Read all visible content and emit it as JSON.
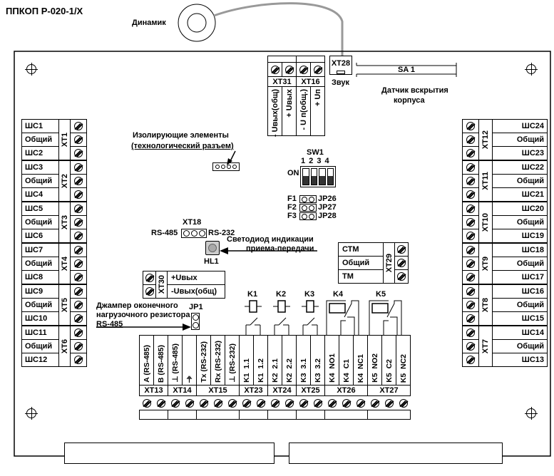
{
  "title": "ППКОП Р-020-1/Х",
  "speaker_label": "Динамик",
  "xt28": {
    "label": "XT28",
    "caption": "Звук"
  },
  "sa1": {
    "label": "SA 1",
    "caption_line1": "Датчик вскрытия",
    "caption_line2": "корпуса"
  },
  "top_blocks": [
    {
      "name": "XT31",
      "pins": [
        "- Uвых(общ)",
        "+ Uвых"
      ]
    },
    {
      "name": "XT16",
      "pins": [
        "- U п(общ.)",
        "+ Uп"
      ]
    }
  ],
  "isolating": {
    "line1": "Изолирующие элементы",
    "line2": "(технологический разъем)"
  },
  "sw1": {
    "label": "SW1",
    "numbers": "1 2 3 4",
    "on_label": "ON"
  },
  "jumpers": [
    {
      "f": "F1",
      "jp": "JP26"
    },
    {
      "f": "F2",
      "jp": "JP27"
    },
    {
      "f": "F3",
      "jp": "JP28"
    }
  ],
  "xt18": {
    "label": "XT18",
    "left": "RS-485",
    "right": "RS-232"
  },
  "hl1": {
    "label": "HL1",
    "caption_line1": "Светодиод индикации",
    "caption_line2": "приема-передачи"
  },
  "xt29": {
    "name": "XT29",
    "pins": [
      "СТМ",
      "Общий",
      "ТМ"
    ]
  },
  "xt30": {
    "name": "XT30",
    "pins": [
      "+Uвых",
      "-Uвых(общ)"
    ]
  },
  "jp1": {
    "label": "JP1",
    "caption_line1": "Джампер оконечного",
    "caption_line2": "нагрузочного резистора",
    "caption_line3": "RS-485"
  },
  "relays": [
    "K1",
    "K2",
    "K3",
    "K4",
    "K5"
  ],
  "left_blocks": [
    {
      "name": "XT1",
      "pins": [
        "ШС1",
        "Общий",
        "ШС2"
      ]
    },
    {
      "name": "XT2",
      "pins": [
        "ШС3",
        "Общий",
        "ШС4"
      ]
    },
    {
      "name": "XT3",
      "pins": [
        "ШС5",
        "Общий",
        "ШС6"
      ]
    },
    {
      "name": "XT4",
      "pins": [
        "ШС7",
        "Общий",
        "ШС8"
      ]
    },
    {
      "name": "XT5",
      "pins": [
        "ШС9",
        "Общий",
        "ШС10"
      ]
    },
    {
      "name": "XT6",
      "pins": [
        "ШС11",
        "Общий",
        "ШС12"
      ]
    }
  ],
  "right_blocks": [
    {
      "name": "XT12",
      "pins": [
        "ШС24",
        "Общий",
        "ШС23"
      ]
    },
    {
      "name": "XT11",
      "pins": [
        "ШС22",
        "Общий",
        "ШС21"
      ]
    },
    {
      "name": "XT10",
      "pins": [
        "ШС20",
        "Общий",
        "ШС19"
      ]
    },
    {
      "name": "XT9",
      "pins": [
        "ШС18",
        "Общий",
        "ШС17"
      ]
    },
    {
      "name": "XT8",
      "pins": [
        "ШС16",
        "Общий",
        "ШС15"
      ]
    },
    {
      "name": "XT7",
      "pins": [
        "ШС14",
        "Общий",
        "ШС13"
      ]
    }
  ],
  "bottom_blocks": [
    {
      "name": "XT13",
      "pins": [
        "A (RS-485)",
        "B (RS-485)"
      ]
    },
    {
      "name": "XT14",
      "pins": [
        "⊥ (RS-485)",
        "⏚"
      ]
    },
    {
      "name": "XT15",
      "pins": [
        "Tx (RS-232)",
        "Rx (RS-232)",
        "⊥ (RS-232)"
      ]
    },
    {
      "name": "XT23",
      "pins": [
        "K1  1.1",
        "K1  1.2"
      ]
    },
    {
      "name": "XT24",
      "pins": [
        "K2  2.1",
        "K2  2.2"
      ]
    },
    {
      "name": "XT25",
      "pins": [
        "K3  3.1",
        "K3  3.2"
      ]
    },
    {
      "name": "XT26",
      "pins": [
        "K4  NO1",
        "K4  C1",
        "K4  NC1"
      ]
    },
    {
      "name": "XT27",
      "pins": [
        "K5  NO2",
        "K5  C2",
        "K5  NC2"
      ]
    }
  ]
}
